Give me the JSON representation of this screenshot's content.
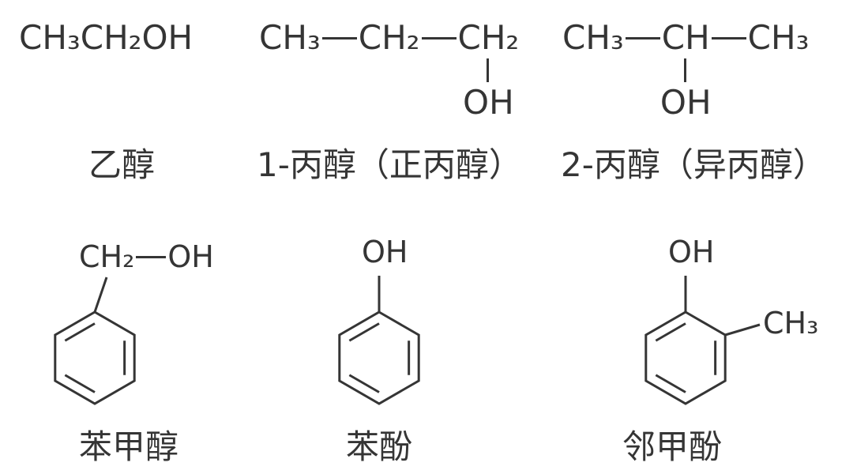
{
  "colors": {
    "ink": "#353535",
    "background": "#ffffff"
  },
  "top_row": {
    "ethanol": {
      "formula": "CH₃CH₂OH",
      "label": "乙醇"
    },
    "propanol_1": {
      "groups": [
        "CH₃",
        "CH₂",
        "CH₂"
      ],
      "hydroxyl": "OH",
      "label": "1-丙醇（正丙醇）"
    },
    "propanol_2": {
      "groups": [
        "CH₃",
        "CH",
        "CH₃"
      ],
      "hydroxyl": "OH",
      "label": "2-丙醇（异丙醇）"
    }
  },
  "bottom_row": {
    "benzyl_alcohol": {
      "group": "CH₂",
      "hydroxyl": "OH",
      "label": "苯甲醇"
    },
    "phenol": {
      "hydroxyl": "OH",
      "label": "苯酚"
    },
    "cresol": {
      "hydroxyl": "OH",
      "methyl": "CH₃",
      "label": "邻甲酚"
    }
  }
}
